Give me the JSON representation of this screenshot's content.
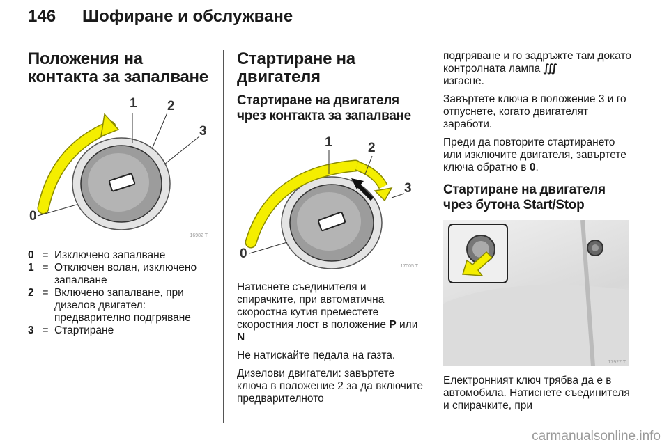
{
  "header": {
    "page_number": "146",
    "section_title": "Шофиране и обслужване"
  },
  "col1": {
    "title": "Положения на контакта за запалване",
    "figure": {
      "code": "16982 T",
      "labels": [
        "0",
        "1",
        "2",
        "3"
      ]
    },
    "legend": [
      {
        "key": "0",
        "eq": "=",
        "text": "Изключено запалване"
      },
      {
        "key": "1",
        "eq": "=",
        "text": "Отключен волан, изключено запалване"
      },
      {
        "key": "2",
        "eq": "=",
        "text": "Включено запалване, при дизелов двигател: предварително подгряване"
      },
      {
        "key": "3",
        "eq": "=",
        "text": "Стартиране"
      }
    ]
  },
  "col2": {
    "title": "Стартиране на двигателя",
    "subtitle": "Стартиране на двигателя чрез контакта за запалване",
    "figure": {
      "code": "17005 T",
      "labels": [
        "0",
        "1",
        "2",
        "3"
      ]
    },
    "p1_pre": "Натиснете съединителя и спирачките, при автоматична скоростна кутия преместете скоростния лост в положение ",
    "p1_b1": "P",
    "p1_mid": " или ",
    "p1_b2": "N",
    "p2": "Не натискайте педала на газта.",
    "p3": "Дизелови двигатели: завъртете ключа в положение 2 за да включите предварителното"
  },
  "col3": {
    "p1": "подгряване и го задръжте там докато контролната лампа",
    "p1_icon": "glow-plug-icon",
    "p1_end": "изгасне.",
    "p2": "Завъртете ключа в положение 3 и го отпуснете, когато двигателят заработи.",
    "p3_pre": "Преди да повторите стартирането или изключите двигателя, завъртете ключа обратно в ",
    "p3_b": "0",
    "p3_end": ".",
    "subtitle": "Стартиране на двигателя чрез бутона Start/Stop",
    "figure": {
      "code": "17927 T"
    },
    "p4": "Електронният ключ трябва да е в автомобила. Натиснете съединителя и спирачките, при"
  },
  "watermark": "carmanualsonline.info",
  "colors": {
    "arrow_yellow": "#f4ee00",
    "arrow_stroke": "#8a8a00",
    "lock_gray": "#9c9c9c"
  }
}
